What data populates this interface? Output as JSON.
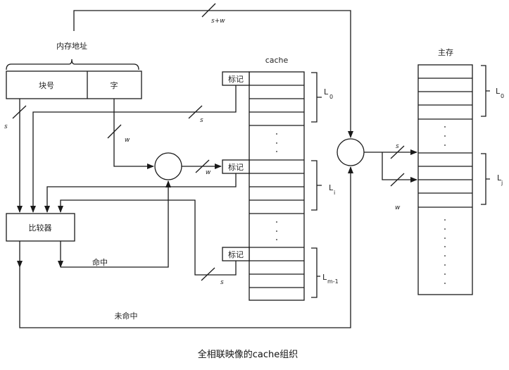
{
  "diagram": {
    "title": "全相联映像的cache组织",
    "address": {
      "label": "内存地址",
      "block_field": "块号",
      "word_field": "字"
    },
    "cache": {
      "label": "cache",
      "tag_label": "标记",
      "groups": [
        {
          "label": "L",
          "subscript": "0"
        },
        {
          "label": "L",
          "subscript": "i"
        },
        {
          "label": "L",
          "subscript": "m-1"
        }
      ]
    },
    "main_memory": {
      "label": "主存",
      "groups": [
        {
          "label": "L",
          "subscript": "0"
        },
        {
          "label": "L",
          "subscript": "j"
        }
      ]
    },
    "comparator": {
      "label": "比较器"
    },
    "signals": {
      "hit": "命中",
      "miss": "未命中"
    },
    "bus_widths": {
      "top": "s+w",
      "block": "s",
      "word": "w",
      "tag0": "s",
      "circle_out": "w",
      "tagm": "s",
      "mem_s": "s",
      "mem_w": "w"
    }
  }
}
